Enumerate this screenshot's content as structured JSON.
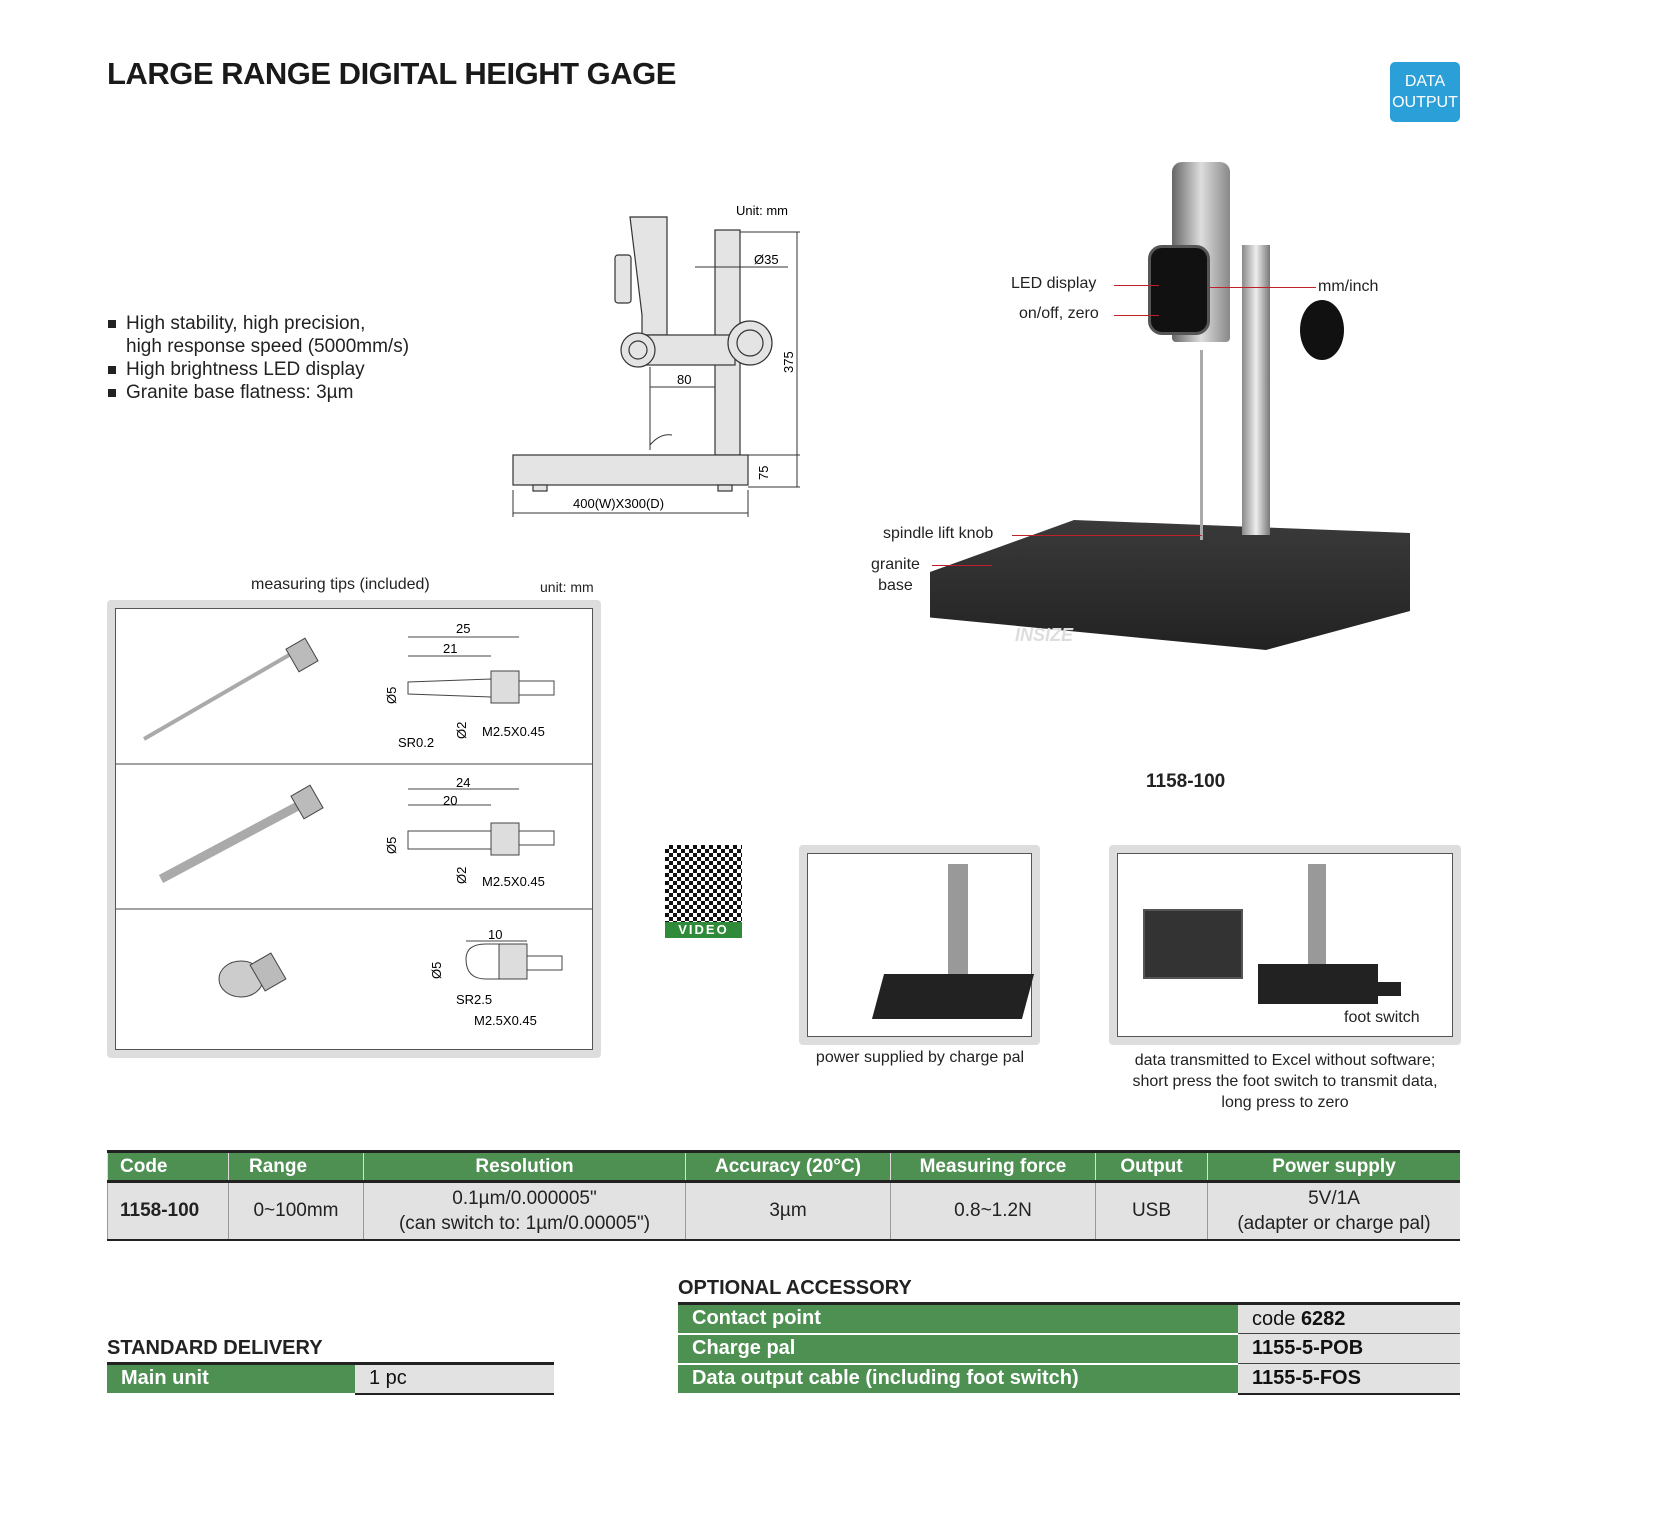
{
  "title": "LARGE RANGE DIGITAL HEIGHT GAGE",
  "badge": {
    "line1": "DATA",
    "line2": "OUTPUT"
  },
  "features": [
    "High stability, high precision,",
    "high response speed (5000mm/s)",
    "High brightness LED display",
    "Granite base flatness: 3µm"
  ],
  "drawing": {
    "unit": "Unit: mm",
    "dia": "Ø35",
    "height": "375",
    "reach": "80",
    "base_h": "75",
    "base": "400(W)X300(D)"
  },
  "photo": {
    "labels": {
      "led": "LED display",
      "onoff": "on/off, zero",
      "mminch": "mm/inch",
      "knob": "spindle lift knob",
      "granite1": "granite",
      "granite2": "base"
    },
    "logo": "INSIZE",
    "model": "1158-100"
  },
  "tips": {
    "title": "measuring tips (included)",
    "unit": "unit: mm",
    "t1": {
      "l1": "25",
      "l2": "21",
      "d": "Ø5",
      "d2": "Ø2",
      "sr": "SR0.2",
      "m": "M2.5X0.45"
    },
    "t2": {
      "l1": "24",
      "l2": "20",
      "d": "Ø5",
      "d2": "Ø2",
      "m": "M2.5X0.45"
    },
    "t3": {
      "l1": "10",
      "d": "Ø5",
      "sr": "SR2.5",
      "m": "M2.5X0.45"
    }
  },
  "video": "VIDEO",
  "pics": {
    "charge": "power supplied by charge pal",
    "foot": "foot switch",
    "excel": [
      "data transmitted to Excel without software;",
      "short press the foot switch to transmit data,",
      "long press to zero"
    ]
  },
  "spec": {
    "headers": [
      "Code",
      "Range",
      "Resolution",
      "Accuracy (20°C)",
      "Measuring force",
      "Output",
      "Power supply"
    ],
    "row": {
      "code": "1158-100",
      "range": "0~100mm",
      "res1": "0.1µm/0.000005\"",
      "res2": "(can switch to: 1µm/0.00005\")",
      "acc": "3µm",
      "force": "0.8~1.2N",
      "out": "USB",
      "pw1": "5V/1A",
      "pw2": "(adapter or charge pal)"
    }
  },
  "standard": {
    "title": "STANDARD DELIVERY",
    "item": "Main unit",
    "qty": "1 pc"
  },
  "optional": {
    "title": "OPTIONAL ACCESSORY",
    "items": [
      {
        "name": "Contact point",
        "pre": "code ",
        "code": "6282"
      },
      {
        "name": "Charge pal",
        "code": "1155-5-POB"
      },
      {
        "name": "Data output cable (including foot switch)",
        "code": "1155-5-FOS"
      }
    ]
  },
  "colors": {
    "green": "#4e8f52",
    "blue": "#2a9fd8",
    "red": "#c0202a"
  }
}
